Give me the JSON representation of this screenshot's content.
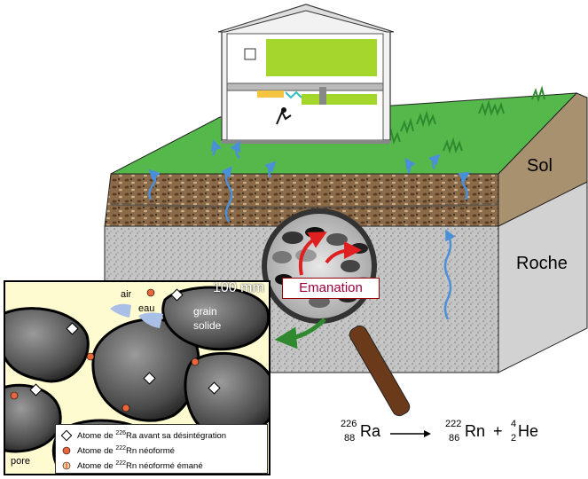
{
  "labels": {
    "sol": "Sol",
    "roche": "Roche",
    "emanation": "Emanation",
    "scale": "100 mm"
  },
  "inset": {
    "air": "air",
    "eau": "eau",
    "grain_line1": "grain",
    "grain_line2": "solide",
    "pore": "pore"
  },
  "legend": [
    {
      "icon": "diamond-icon",
      "prefix": "Atome de ",
      "mass": "226",
      "element": "Ra",
      "suffix": " avant sa désintégration"
    },
    {
      "icon": "orange-circle-icon",
      "prefix": "Atome de ",
      "mass": "222",
      "element": "Rn",
      "suffix": " néoformé"
    },
    {
      "icon": "split-circle-icon",
      "prefix": "Atome de ",
      "mass": "222",
      "element": "Rn",
      "suffix": " néoformé émané"
    }
  ],
  "equation": {
    "reactant_mass": "226",
    "reactant_atomic": "88",
    "reactant_symbol": "Ra",
    "product1_mass": "222",
    "product1_atomic": "86",
    "product1_symbol": "Rn",
    "plus": "+",
    "product2_mass": "4",
    "product2_atomic": "2",
    "product2_symbol": "He"
  },
  "colors": {
    "grass": "#3fb93a",
    "soil": "#7a5433",
    "rock": "#b8b8b8",
    "radon_arrow": "#4a90d9",
    "emanation_text": "#a0003a",
    "radon_atom": "#e8663a",
    "pore": "#fffbd0"
  }
}
